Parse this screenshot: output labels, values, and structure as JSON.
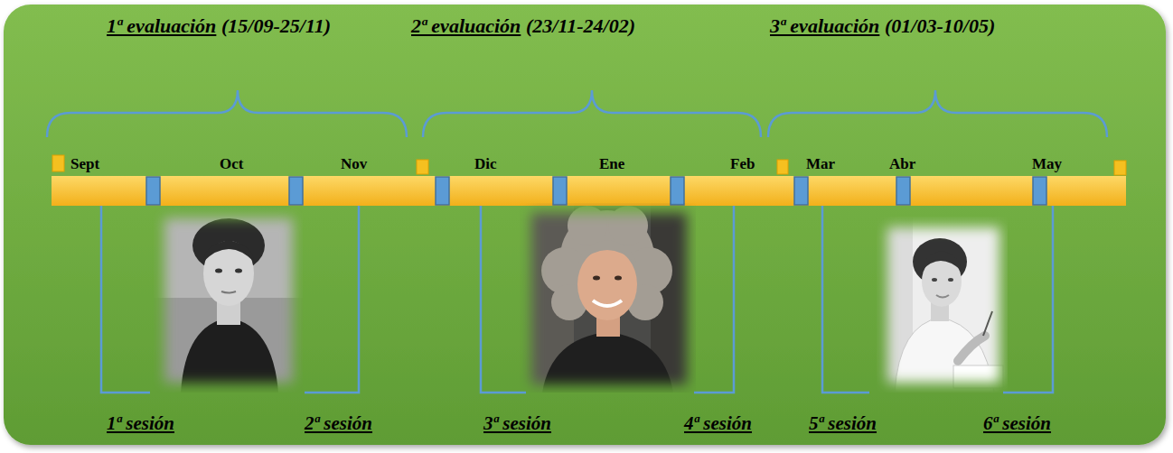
{
  "diagram": {
    "labels": [
      "1ª evaluación",
      "(15/09-25/11)",
      "2ª evaluación",
      "(23/11-24/02)",
      "3ª evaluación",
      "(01/03-10/05)",
      "Sept",
      "Oct",
      "Nov",
      "Dic",
      "Ene",
      "Feb",
      "Mar",
      "Abr",
      "May",
      "1ª sesión",
      "2ª sesión",
      "3ª sesión",
      "4ª sesión",
      "5ª sesión",
      "6ª sesión"
    ]
  }
}
